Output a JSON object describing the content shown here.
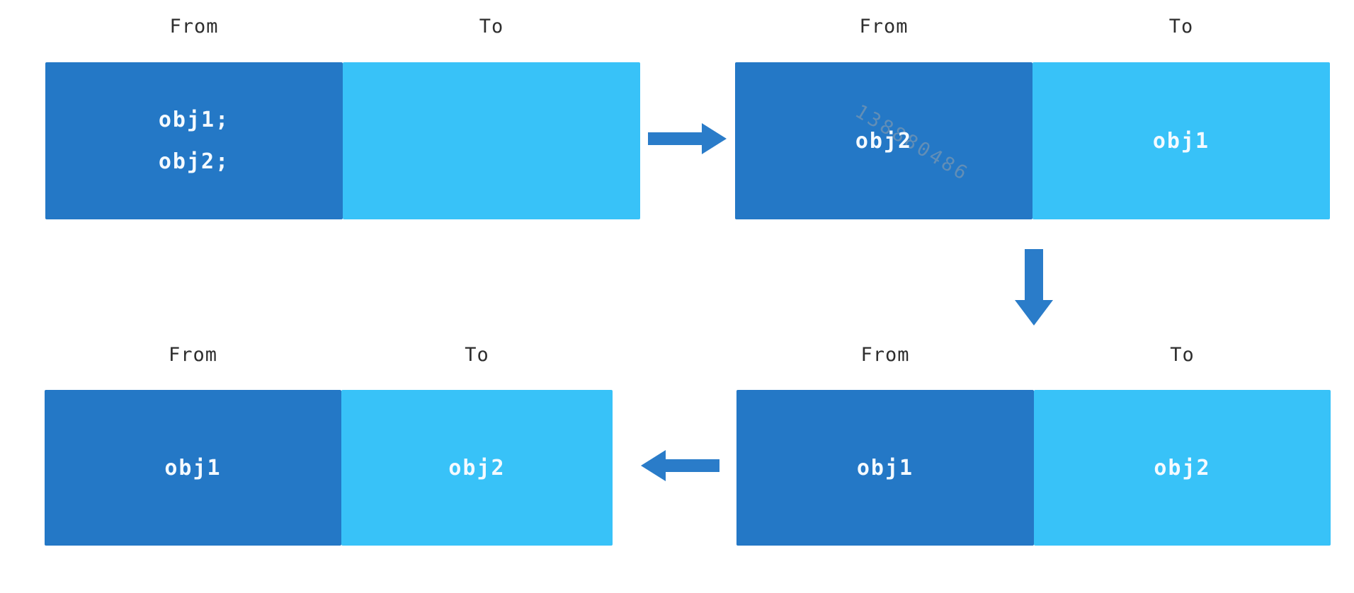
{
  "colors": {
    "from_box": "#2478c6",
    "to_box": "#38c2f8",
    "arrow": "#2a7cc9",
    "label_text": "#2e2e2e",
    "box_text": "#f4faff",
    "watermark_text_color": "#96a0aa",
    "background": "#ffffff"
  },
  "watermark": {
    "text": "138880486"
  },
  "panels": [
    {
      "id": "top-left",
      "from_label": "From",
      "to_label": "To",
      "from_lines": [
        "obj1;",
        "obj2;"
      ],
      "to_lines": []
    },
    {
      "id": "top-right",
      "from_label": "From",
      "to_label": "To",
      "from_lines": [
        "obj2"
      ],
      "to_lines": [
        "obj1"
      ]
    },
    {
      "id": "bottom-right",
      "from_label": "From",
      "to_label": "To",
      "from_lines": [
        "obj1"
      ],
      "to_lines": [
        "obj2"
      ]
    },
    {
      "id": "bottom-left",
      "from_label": "From",
      "to_label": "To",
      "from_lines": [
        "obj1"
      ],
      "to_lines": [
        "obj2"
      ]
    }
  ],
  "arrows": [
    {
      "direction": "right",
      "from_panel": "top-left",
      "to_panel": "top-right"
    },
    {
      "direction": "down",
      "from_panel": "top-right",
      "to_panel": "bottom-right"
    },
    {
      "direction": "left",
      "from_panel": "bottom-right",
      "to_panel": "bottom-left"
    }
  ]
}
